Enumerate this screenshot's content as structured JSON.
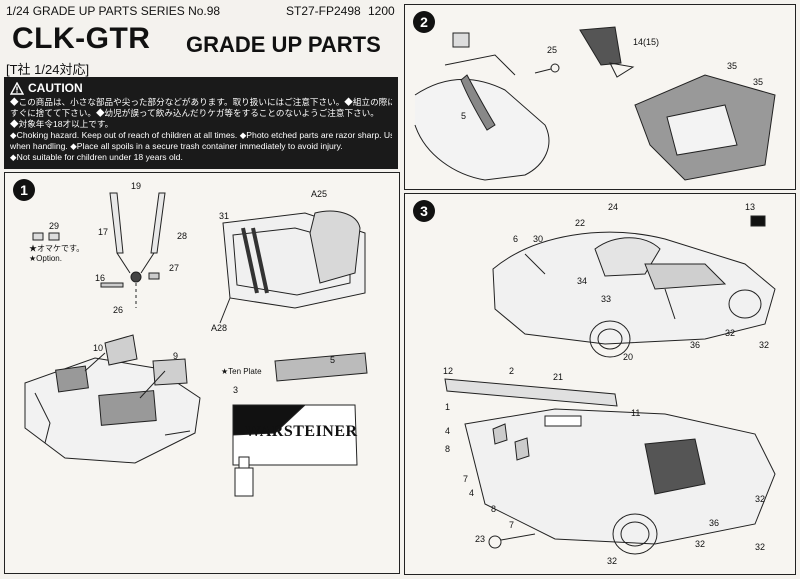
{
  "header": {
    "series": "1/24 GRADE UP PARTS SERIES No.98",
    "code": "ST27-FP2498",
    "price": "1200",
    "title": "CLK-GTR",
    "subtitle": "GRADE UP PARTS",
    "compat": "[T社 1/24対応]"
  },
  "caution": {
    "heading": "CAUTION",
    "lines": [
      "◆この商品は、小さな部品や尖った部分などがあります。取り扱いにはご注意下さい。◆組立の際に出たクズは、",
      "すぐに捨てて下さい。◆幼児が誤って飲み込んだりケガ等をすることのないようご注意下さい。",
      "◆対象年令18才以上です。",
      "◆Choking hazard. Keep out of reach of children at all times. ◆Photo etched parts are razor sharp. Use caution",
      "when handling. ◆Place all spoils in a secure trash container immediately to avoid injury.",
      "◆Not suitable for children under 18 years old."
    ]
  },
  "step1": {
    "badge": "1",
    "labels": {
      "n29": "29",
      "omake_jp": "★オマケです。",
      "omake_en": "★Option.",
      "n19": "19",
      "n17": "17",
      "n28": "28",
      "n16": "16",
      "n27": "27",
      "n26": "26",
      "n31": "31",
      "a25": "A25",
      "a28": "A28",
      "n10": "10",
      "n9": "9",
      "ten_plate": "★Ten Plate",
      "n5": "5",
      "n3": "3"
    },
    "decal_text": "WARSTEINER"
  },
  "step2": {
    "badge": "2",
    "labels": {
      "n25": "25",
      "n14": "14(15)",
      "n5": "5",
      "n35a": "35",
      "n35b": "35"
    }
  },
  "step3": {
    "badge": "3",
    "labels": {
      "n13": "13",
      "n24": "24",
      "n22": "22",
      "n6": "6",
      "n30": "30",
      "n34": "34",
      "n33": "33",
      "n36a": "36",
      "n32a": "32",
      "n32b": "32",
      "n20": "20",
      "n21": "21",
      "n12": "12",
      "n2": "2",
      "n1": "1",
      "n11": "11",
      "n4a": "4",
      "n8a": "8",
      "n7a": "7",
      "n4b": "4",
      "n8b": "8",
      "n7b": "7",
      "n23": "23",
      "n32c": "32",
      "n32d": "32",
      "n36b": "36",
      "n32e": "32",
      "n32f": "32"
    }
  }
}
